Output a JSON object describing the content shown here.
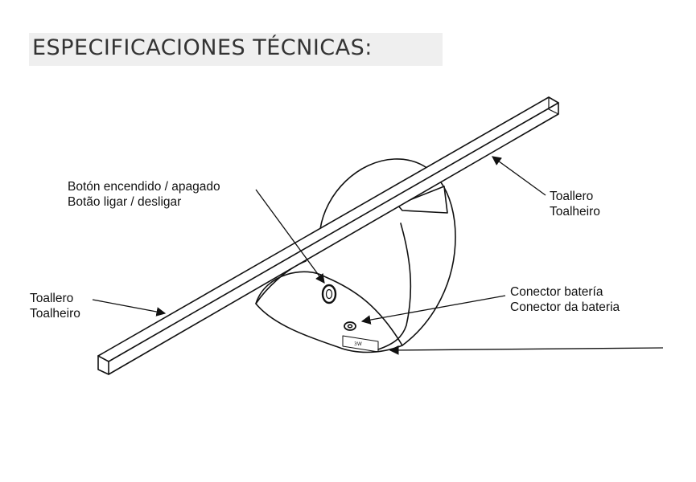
{
  "heading": "ESPECIFICACIONES TÉCNICAS:",
  "device_label": "3W",
  "labels": {
    "power_button": {
      "line1": "Botón encendido / apagado",
      "line2": "Botão ligar / desligar"
    },
    "towel_rail_right": {
      "line1": "Toallero",
      "line2": "Toalheiro"
    },
    "towel_rail_left": {
      "line1": "Toallero",
      "line2": "Toalheiro"
    },
    "battery_connector": {
      "line1": "Conector batería",
      "line2": "Conector da bateria"
    }
  },
  "colors": {
    "line": "#111111",
    "title_background": "#efefef",
    "title_text": "#333333"
  }
}
